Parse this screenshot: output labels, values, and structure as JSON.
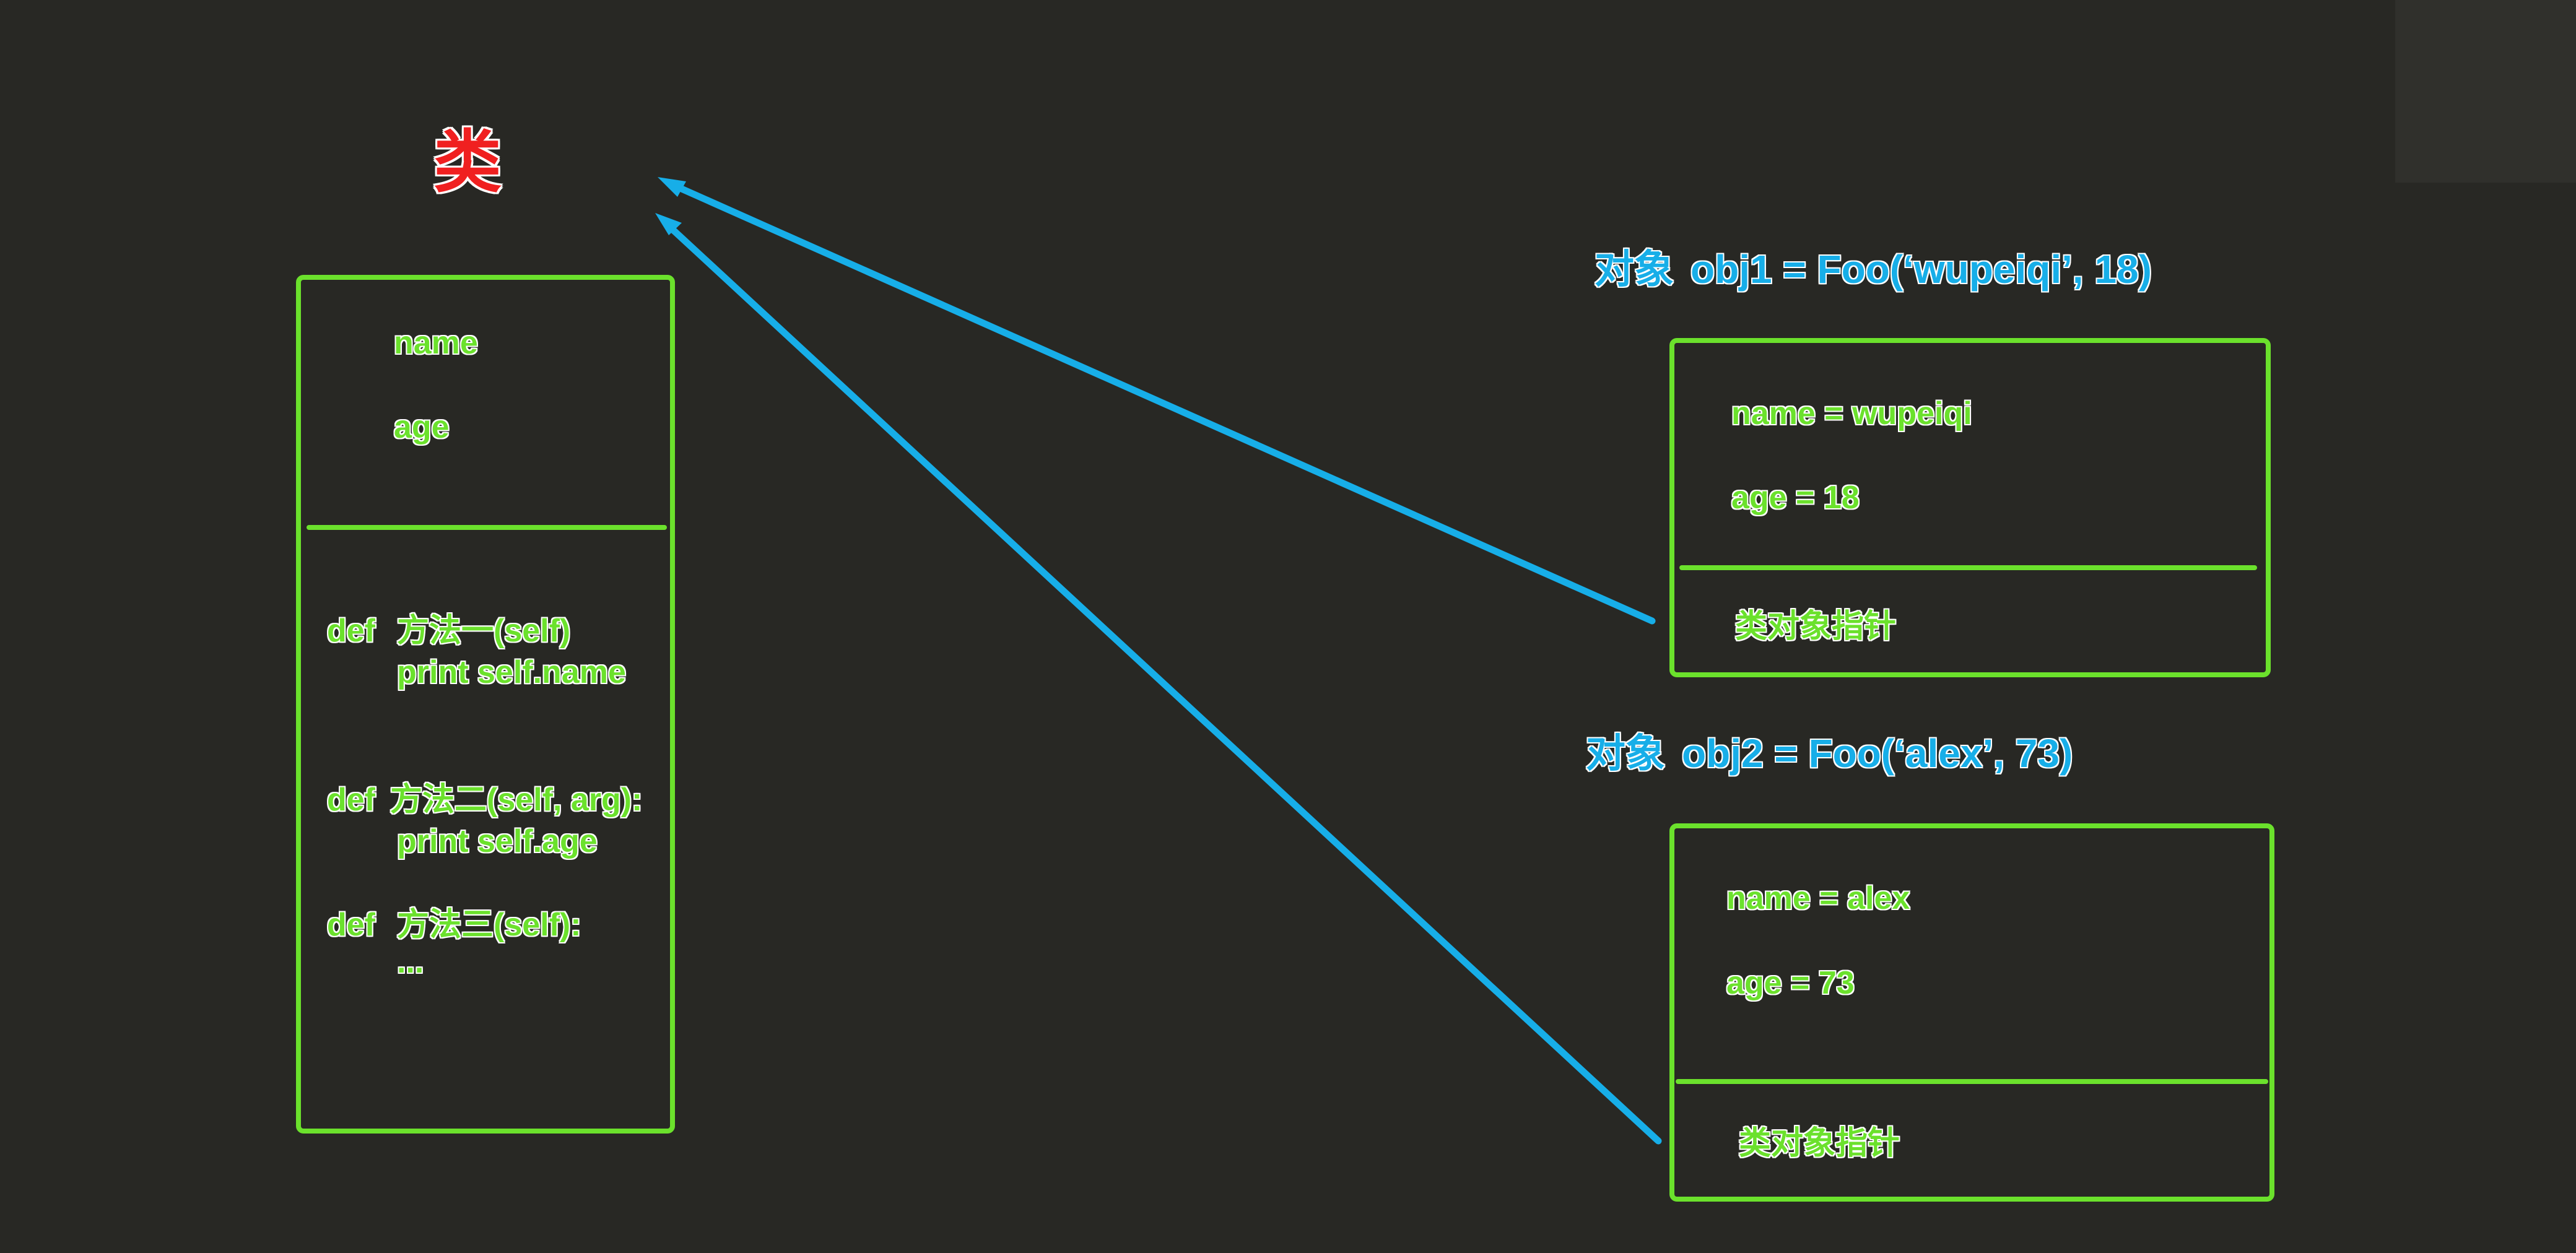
{
  "class_block": {
    "title": "类",
    "attributes": [
      "name",
      "age"
    ],
    "methods": [
      {
        "def": "def",
        "signature": "方法一(self)",
        "body": "print self.name"
      },
      {
        "def": "def",
        "signature": "方法二(self, arg):",
        "body": "print self.age"
      },
      {
        "def": "def",
        "signature": "方法三(self):",
        "body": "..."
      }
    ]
  },
  "objects": [
    {
      "label": "对象",
      "code": "obj1 = Foo(‘wupeiqi’, 18)",
      "attributes": [
        "name = wupeiqi",
        "age = 18"
      ],
      "pointer": "类对象指针"
    },
    {
      "label": "对象",
      "code": "obj2 = Foo(‘alex’, 73)",
      "attributes": [
        "name = alex",
        "age = 73"
      ],
      "pointer": "类对象指针"
    }
  ],
  "colors": {
    "background": "#282824",
    "box_stroke": "#6be12c",
    "arrow": "#17aee8",
    "class_title": "#f02020"
  }
}
